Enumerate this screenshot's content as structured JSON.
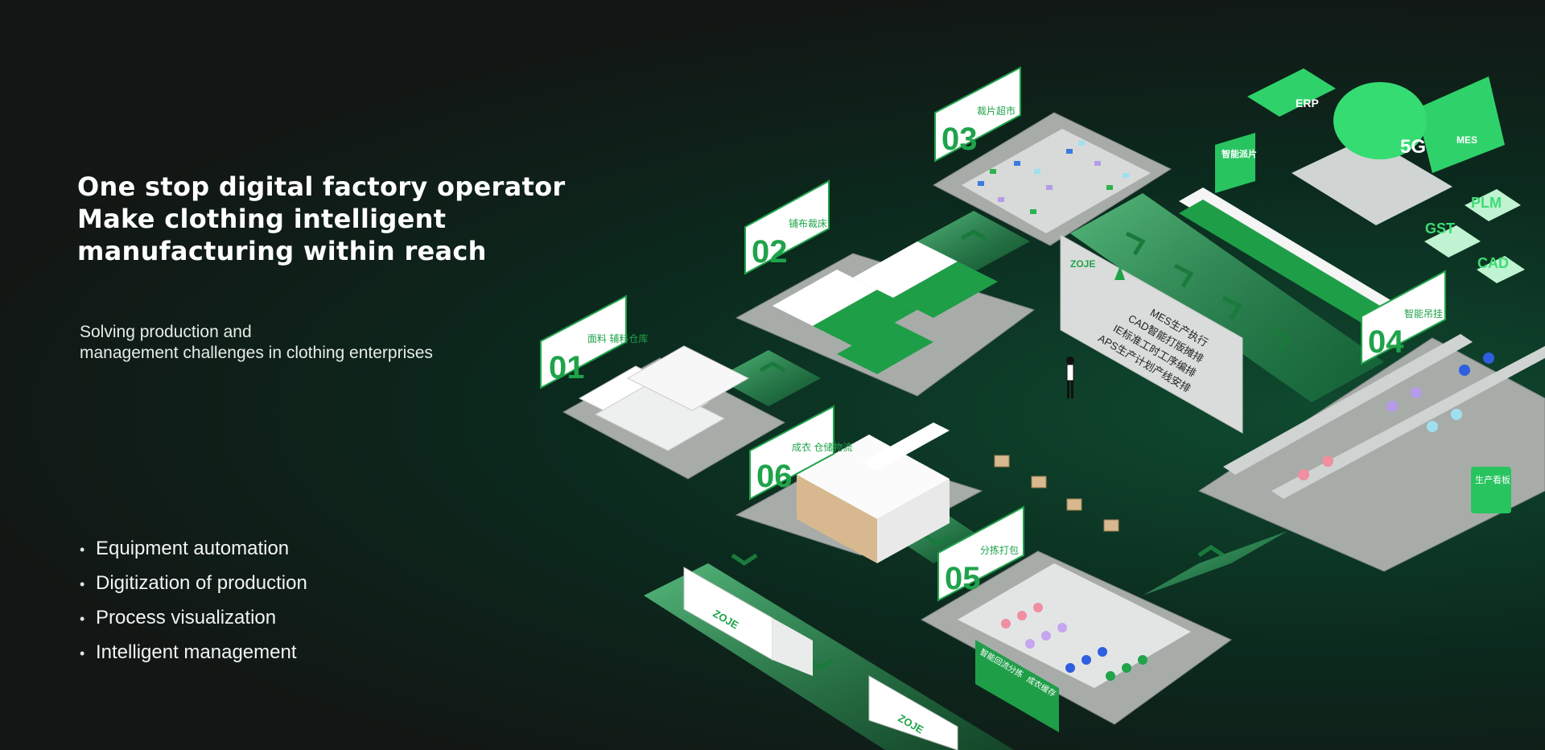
{
  "headline": {
    "line1": "One stop digital factory operator",
    "line2": "Make clothing intelligent",
    "line3": "manufacturing within reach"
  },
  "subtitle": {
    "line1": "Solving production and",
    "line2": "management challenges in clothing enterprises"
  },
  "bullets": [
    "Equipment automation",
    "Digitization of production",
    "Process visualization",
    "Intelligent management"
  ],
  "stations": [
    {
      "num": "01",
      "label": "面料\n辅料仓库"
    },
    {
      "num": "02",
      "label": "铺布裁床"
    },
    {
      "num": "03",
      "label": "裁片超市"
    },
    {
      "num": "04",
      "label": "智能吊挂"
    },
    {
      "num": "05",
      "label": "分拣打包"
    },
    {
      "num": "06",
      "label": "成衣\n仓储物流"
    }
  ],
  "systems": {
    "erp": "ERP",
    "mes": "MES",
    "g5": "5G",
    "plm": "PLM",
    "gst": "GST",
    "cad": "CAD",
    "dispatch": "智能派片"
  },
  "panel": {
    "brand": "ZOJE",
    "lines": [
      "MES生产执行",
      "CAD智能打版摊排",
      "IE标准工时工序编排",
      "APS生产计划产线安排"
    ]
  },
  "kanban": "生产看板",
  "sorting_labels": [
    "智能回流分拣",
    "成衣缓存"
  ],
  "truck_brand": "ZOJE",
  "colors": {
    "accent": "#1fa34a",
    "bright": "#3ddc73",
    "floor": "#a8aca9"
  }
}
